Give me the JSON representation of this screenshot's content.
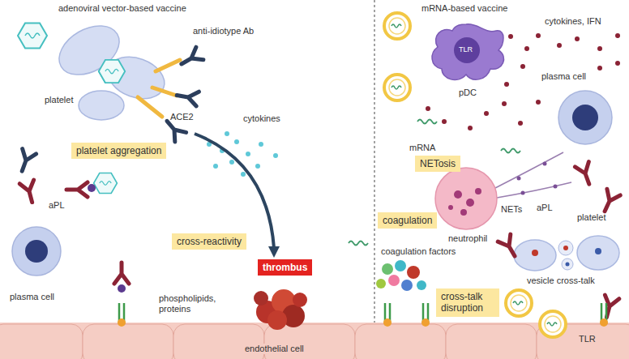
{
  "diagram": {
    "nodes": [
      {
        "text": [
          "platelet aggregation"
        ]
      },
      {
        "text": [
          "cross-reactivity"
        ]
      },
      {
        "text": [
          "thrombus"
        ]
      },
      {
        "text": [
          "NETosis"
        ]
      },
      {
        "text": [
          "coagulation"
        ]
      },
      {
        "text": [
          "cross-talk disruption"
        ]
      }
    ],
    "labels": [
      "adenoviral vector-based vaccine",
      "anti-idiotype Ab",
      "platelet",
      "ACE2",
      "cytokines",
      "aPL",
      "plasma cell",
      "phospholipids, proteins",
      "endothelial cell",
      "mRNA-based vaccine",
      "cytokines, IFN",
      "TLR",
      "pDC",
      "plasma cell",
      "mRNA",
      "NETs",
      "aPL",
      "neutrophil",
      "coagulation factors",
      "platelet",
      "vesicle cross-talk",
      "TLR"
    ]
  }
}
